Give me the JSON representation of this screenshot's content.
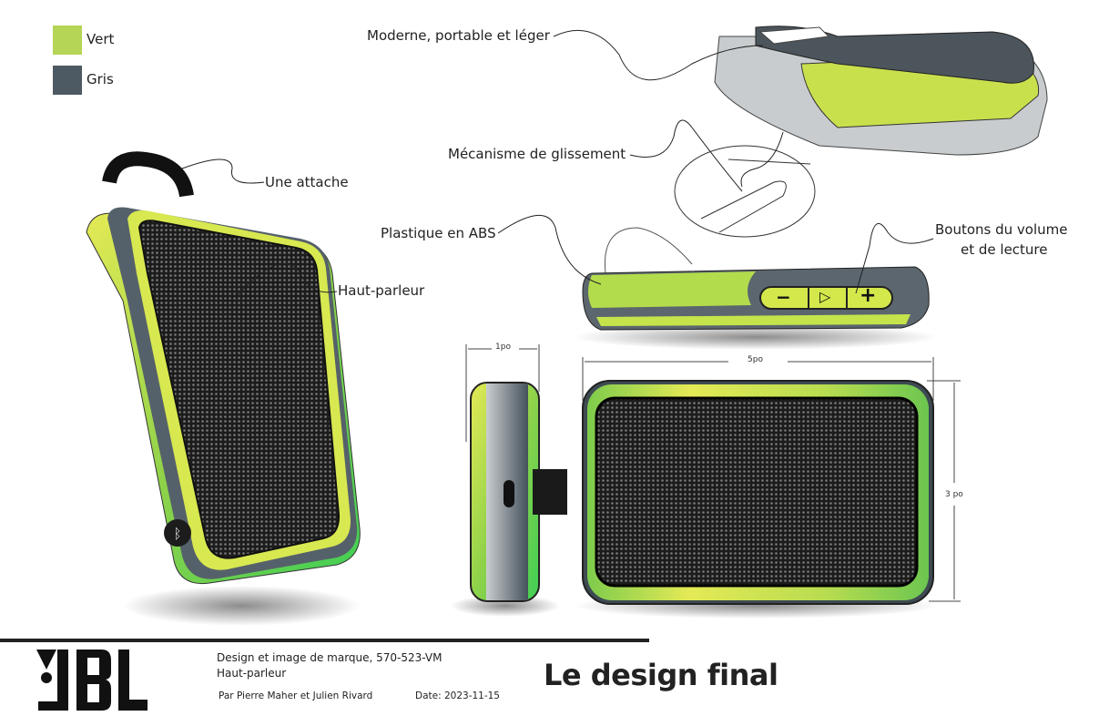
{
  "legend": [
    {
      "label": "Vert",
      "color": "#b5d557"
    },
    {
      "label": "Gris",
      "color": "#4e5a63"
    }
  ],
  "annotations": {
    "portable": "Moderne, portable et léger",
    "slide": "Mécanisme de glissement",
    "strap": "Une attache",
    "speaker": "Haut-parleur",
    "plastic": "Plastique en ABS",
    "buttons_line1": "Boutons du volume",
    "buttons_line2": "et de lecture"
  },
  "dimensions": {
    "depth": "1po",
    "width": "5po",
    "height": "3 po"
  },
  "buttons": {
    "minus": "−",
    "play": "▷",
    "plus": "+"
  },
  "footer": {
    "logo": "JBL",
    "course": "Design et image de marque, 570-523-VM",
    "subject": "Haut-parleur",
    "authors": "Par Pierre Maher et Julien Rivard",
    "date": "Date: 2023-11-15",
    "title": "Le design final"
  },
  "colors": {
    "green": "#9fd843",
    "yellow": "#e3e956",
    "gray": "#4e5a63",
    "mesh": "#2a2a2a"
  }
}
